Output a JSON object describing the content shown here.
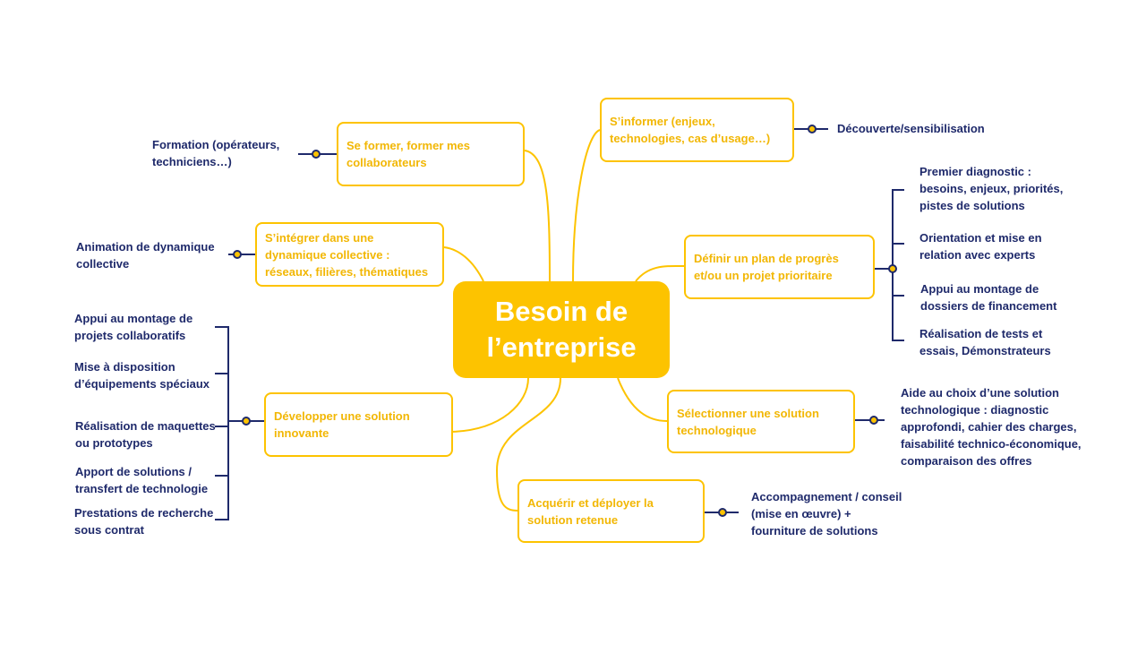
{
  "center": {
    "title": "Besoin de\nl’entreprise"
  },
  "branches": [
    {
      "id": "informer",
      "label": "S’informer (enjeux,\ntechnologies, cas d’usage…)",
      "leaves": [
        "Découverte/sensibilisation"
      ]
    },
    {
      "id": "plan",
      "label": "Définir un plan de progrès\net/ou un projet prioritaire",
      "leaves": [
        "Premier diagnostic :\nbesoins, enjeux, priorités,\npistes de solutions",
        "Orientation et mise en\nrelation avec experts",
        "Appui au montage de\ndossiers de financement",
        "Réalisation de tests et\nessais, Démonstrateurs"
      ]
    },
    {
      "id": "selection",
      "label": "Sélectionner une solution\ntechnologique",
      "leaves": [
        "Aide au choix d’une solution\ntechnologique : diagnostic\napprofondi, cahier des charges,\nfaisabilité technico-économique,\ncomparaison des offres"
      ]
    },
    {
      "id": "acquerir",
      "label": "Acquérir et déployer la\nsolution retenue",
      "leaves": [
        "Accompagnement / conseil\n(mise en œuvre) +\nfourniture de solutions"
      ]
    },
    {
      "id": "developper",
      "label": "Développer une solution\ninnovante",
      "leaves": [
        "Appui au montage de\nprojets collaboratifs",
        "Mise à disposition\nd’équipements spéciaux",
        "Réalisation de maquettes\nou prototypes",
        "Apport de solutions /\ntransfert de technologie",
        "Prestations de recherche\nsous contrat"
      ]
    },
    {
      "id": "integrer",
      "label": "S’intégrer dans une\ndynamique collective :\nréseaux, filières, thématiques",
      "leaves": [
        "Animation de dynamique\ncollective"
      ]
    },
    {
      "id": "former",
      "label": "Se former, former mes\ncollaborateurs",
      "leaves": [
        "Formation (opérateurs,\ntechniciens…)"
      ]
    }
  ],
  "colors": {
    "accent": "#fdc300",
    "branch_text": "#f2b705",
    "leaf_text": "#1f2a6b",
    "connector": "#1f2a6b"
  }
}
